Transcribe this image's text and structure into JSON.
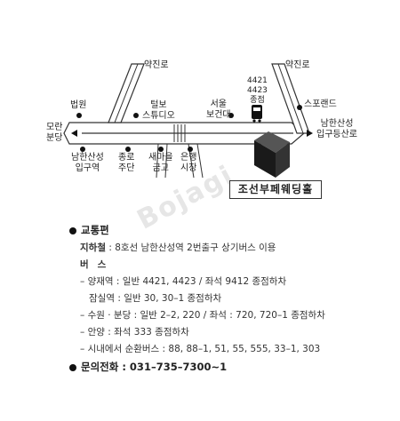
{
  "map": {
    "labels": {
      "moran_bundang": "모란\n분당",
      "beopwon": "법원",
      "yakjinro_left": "약진로",
      "yakjinro_right": "약진로",
      "telbo_studio": "털보\n스튜디오",
      "bus_4421": "4421\n4423\n종점",
      "seoul_bogeondae": "서울\n보건대",
      "spoland": "스포랜드",
      "namhansanseong_ipgu_deungsanro": "남한산성\n입구등산로",
      "namhansanseong_station": "남한산성\n입구역",
      "jongno_judan": "종로\n주단",
      "saemaeul_geumgo": "새마을\n금고",
      "eunhaeng_sijang": "은행\n시장",
      "destination": "조선부페웨딩홀"
    },
    "watermark": "Bojagi",
    "colors": {
      "road_fill": "#ffffff",
      "road_edge": "#333333",
      "building": "#1a1a1a"
    }
  },
  "info": {
    "transport_title": "교통편",
    "subway_label": "지하철",
    "subway_text": " : 8호선 남한산성역 2번출구 상기버스 이용",
    "bus_label": "버스",
    "bus_lines": [
      "– 양재역 : 일반 4421, 4423 / 좌석 9412 종점하차",
      "잠실역 : 일반 30, 30–1 종점하차",
      "– 수원 · 분당 : 일반 2–2, 220 / 좌석 : 720, 720–1 종점하차",
      "– 안양 : 좌석 333 종점하차",
      "– 시내에서 순환버스 : 88, 88–1, 51, 55, 555, 33–1, 303"
    ],
    "phone_label": "문의전화",
    "phone_text": " : 031–735–7300~1"
  }
}
